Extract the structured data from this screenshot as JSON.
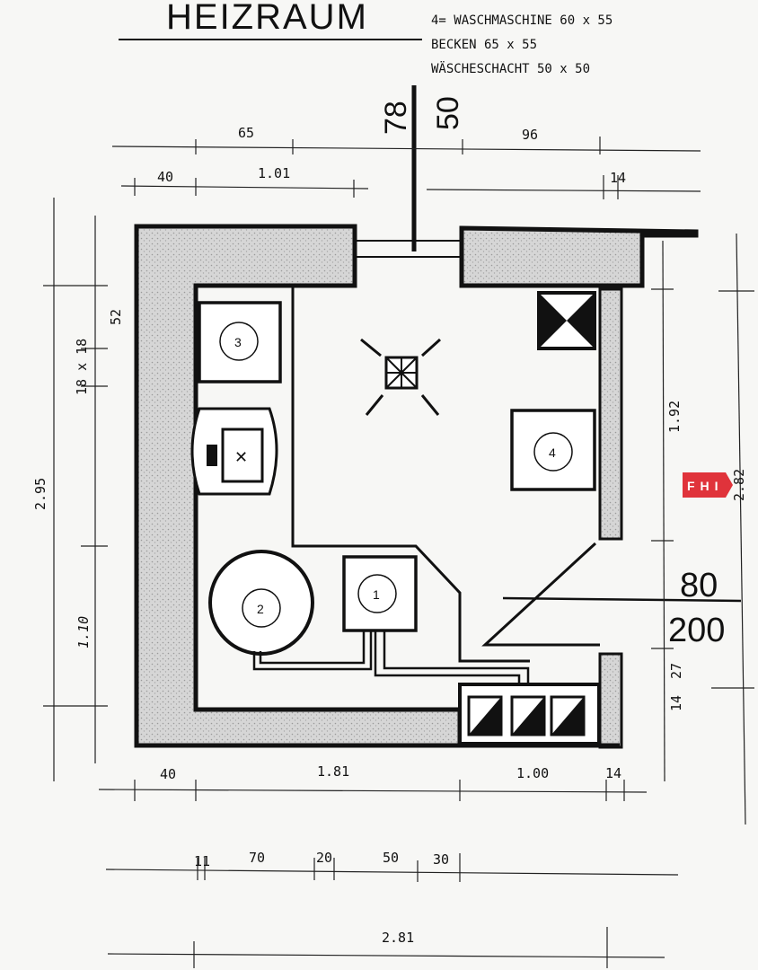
{
  "title": "HEIZRAUM",
  "legend": [
    "4= WASCHMASCHINE 60 x 55",
    "BECKEN 65 x 55",
    "WÄSCHESCHACHT 50 x 50"
  ],
  "chimney_labels": {
    "top": "78",
    "bottom": "50"
  },
  "dims_top_row1": {
    "a": "65",
    "b": "96"
  },
  "dims_top_row2": {
    "a": "40",
    "b": "1.01",
    "c": "14"
  },
  "dims_left": {
    "total": "2.95",
    "upper": "52",
    "niche": "18 x 18",
    "lower": "1.10"
  },
  "dims_right": {
    "mid": "1.92",
    "total": "2.82",
    "lower_a": "27",
    "lower_b": "14"
  },
  "window_labels": {
    "top": "80",
    "bottom": "200"
  },
  "dims_bottom_row1": {
    "a": "40",
    "b": "1.81",
    "c": "1.00",
    "d": "14"
  },
  "dims_bottom_row2": {
    "a": "11",
    "b": "70",
    "c": "20",
    "d": "50",
    "e": "30"
  },
  "dims_bottom_total": "2.81",
  "equipment_numbers": {
    "one": "1",
    "two": "2",
    "three": "3",
    "four": "4"
  },
  "badge_text": "FHI",
  "badge_color": "#e0333b"
}
